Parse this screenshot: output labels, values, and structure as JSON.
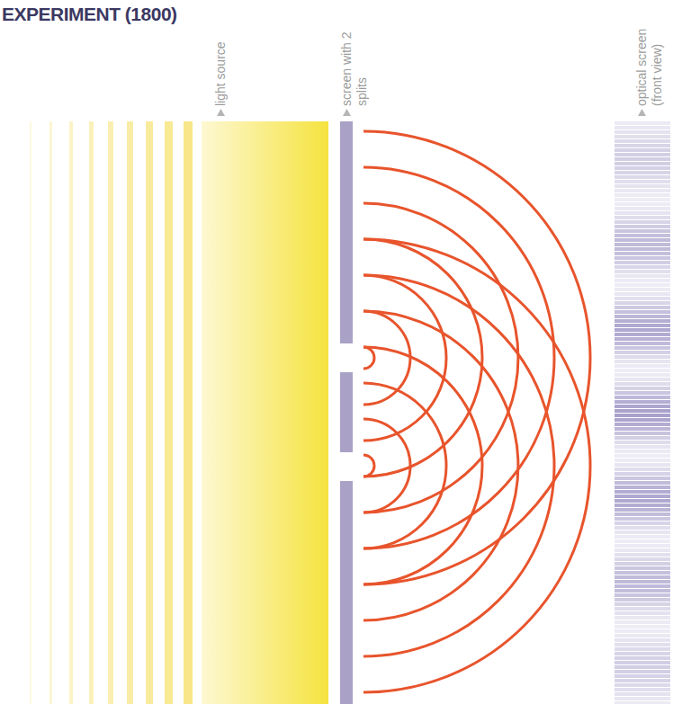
{
  "diagram": {
    "title": "EXPERIMENT (1800)",
    "labels": [
      "light source",
      "screen with 2 splits",
      "optical screen (front view)"
    ]
  }
}
